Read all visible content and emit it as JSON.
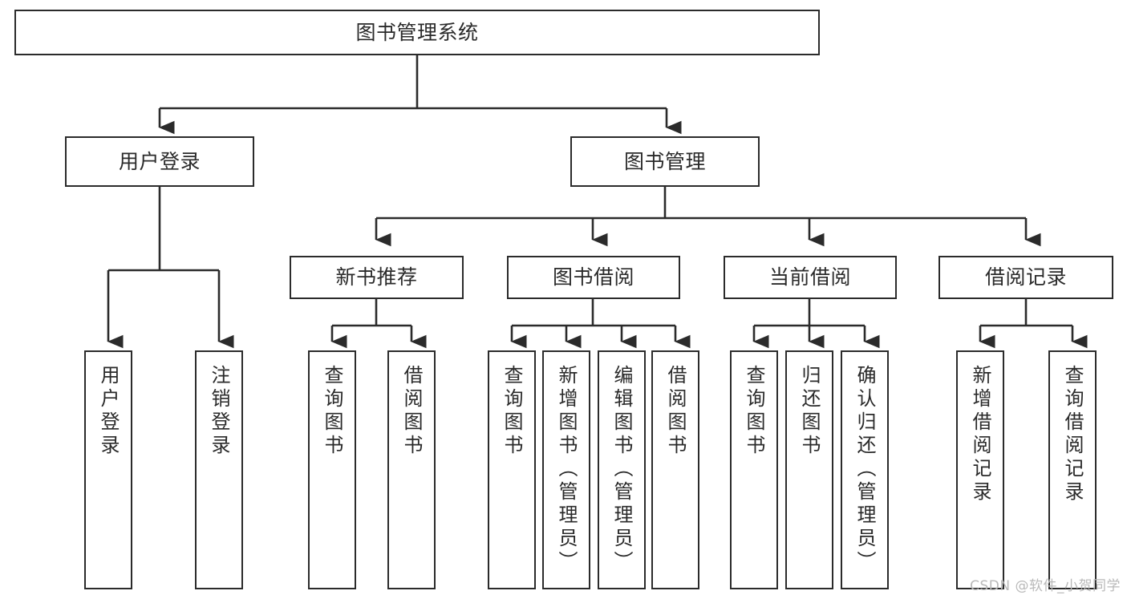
{
  "diagram": {
    "type": "hierarchy-tree",
    "title": "图书管理系统",
    "watermark": "CSDN @软件_小贺同学",
    "accent_color": "#2b2b2b",
    "background_color": "#ffffff",
    "levels": [
      {
        "level": 1,
        "nodes": [
          {
            "id": "root",
            "label": "图书管理系统",
            "orientation": "horizontal"
          }
        ]
      },
      {
        "level": 2,
        "nodes": [
          {
            "id": "user-login",
            "label": "用户登录",
            "orientation": "horizontal",
            "parent": "root"
          },
          {
            "id": "book-manage",
            "label": "图书管理",
            "orientation": "horizontal",
            "parent": "root"
          }
        ]
      },
      {
        "level": 3,
        "nodes": [
          {
            "id": "new-book-recommend",
            "label": "新书推荐",
            "orientation": "horizontal",
            "parent": "book-manage"
          },
          {
            "id": "book-borrow",
            "label": "图书借阅",
            "orientation": "horizontal",
            "parent": "book-manage"
          },
          {
            "id": "current-borrow",
            "label": "当前借阅",
            "orientation": "horizontal",
            "parent": "book-manage"
          },
          {
            "id": "borrow-record",
            "label": "借阅记录",
            "orientation": "horizontal",
            "parent": "book-manage"
          }
        ]
      },
      {
        "level": 4,
        "nodes": [
          {
            "id": "leaf-user-login",
            "label": "用户登录",
            "orientation": "vertical",
            "parent": "user-login"
          },
          {
            "id": "leaf-user-logout",
            "label": "注销登录",
            "orientation": "vertical",
            "parent": "user-login"
          },
          {
            "id": "leaf-query-book-1",
            "label": "查询图书",
            "orientation": "vertical",
            "parent": "new-book-recommend"
          },
          {
            "id": "leaf-borrow-book-1",
            "label": "借阅图书",
            "orientation": "vertical",
            "parent": "new-book-recommend"
          },
          {
            "id": "leaf-query-book-2",
            "label": "查询图书",
            "orientation": "vertical",
            "parent": "book-borrow"
          },
          {
            "id": "leaf-add-book",
            "label": "新增图书（管理员）",
            "orientation": "vertical",
            "parent": "book-borrow"
          },
          {
            "id": "leaf-edit-book",
            "label": "编辑图书（管理员）",
            "orientation": "vertical",
            "parent": "book-borrow"
          },
          {
            "id": "leaf-borrow-book-2",
            "label": "借阅图书",
            "orientation": "vertical",
            "parent": "book-borrow"
          },
          {
            "id": "leaf-query-book-3",
            "label": "查询图书",
            "orientation": "vertical",
            "parent": "current-borrow"
          },
          {
            "id": "leaf-return-book",
            "label": "归还图书",
            "orientation": "vertical",
            "parent": "current-borrow"
          },
          {
            "id": "leaf-confirm-return",
            "label": "确认归还（管理员）",
            "orientation": "vertical",
            "parent": "current-borrow"
          },
          {
            "id": "leaf-add-record",
            "label": "新增借阅记录",
            "orientation": "vertical",
            "parent": "borrow-record"
          },
          {
            "id": "leaf-query-record",
            "label": "查询借阅记录",
            "orientation": "vertical",
            "parent": "borrow-record"
          }
        ]
      }
    ]
  }
}
